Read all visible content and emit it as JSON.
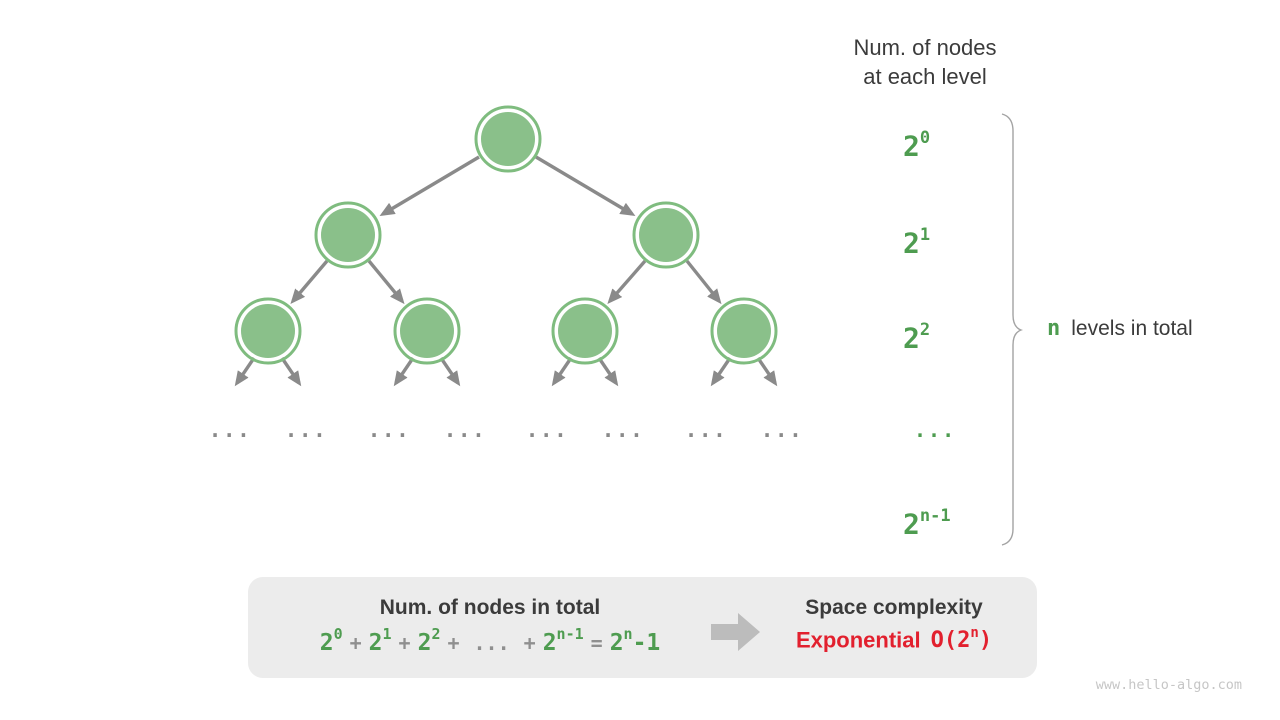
{
  "header": {
    "line1": "Num. of nodes",
    "line2": "at each level"
  },
  "level_labels": {
    "l0": {
      "base": "2",
      "sup": "0"
    },
    "l1": {
      "base": "2",
      "sup": "1"
    },
    "l2": {
      "base": "2",
      "sup": "2"
    },
    "ellipsis": "...",
    "ln": {
      "base": "2",
      "sup": "n-1"
    }
  },
  "brace_label": {
    "n": "n",
    "text": "levels in total"
  },
  "tree": {
    "ellipsis": "..."
  },
  "summary": {
    "left_title": "Num. of nodes in total",
    "formula": {
      "t0": {
        "base": "2",
        "sup": "0"
      },
      "plus": "+",
      "t1": {
        "base": "2",
        "sup": "1"
      },
      "t2": {
        "base": "2",
        "sup": "2"
      },
      "dots": "...",
      "tn": {
        "base": "2",
        "sup": "n-1"
      },
      "equals": "=",
      "result": {
        "base": "2",
        "sup": "n",
        "tail": "-1"
      }
    },
    "right_title": "Space complexity",
    "complexity": {
      "word": "Exponential",
      "o_open": "O(2",
      "o_sup": "n",
      "o_close": ")"
    }
  },
  "watermark": "www.hello-algo.com",
  "colors": {
    "node_fill": "#8ac08a",
    "node_ring": "#7fbc7f",
    "edge_gray": "#8a8a8a",
    "label_green": "#4e9c50",
    "complexity_red": "#e2202e",
    "box_background": "#ececec",
    "text_dark": "#3b3b3b"
  }
}
